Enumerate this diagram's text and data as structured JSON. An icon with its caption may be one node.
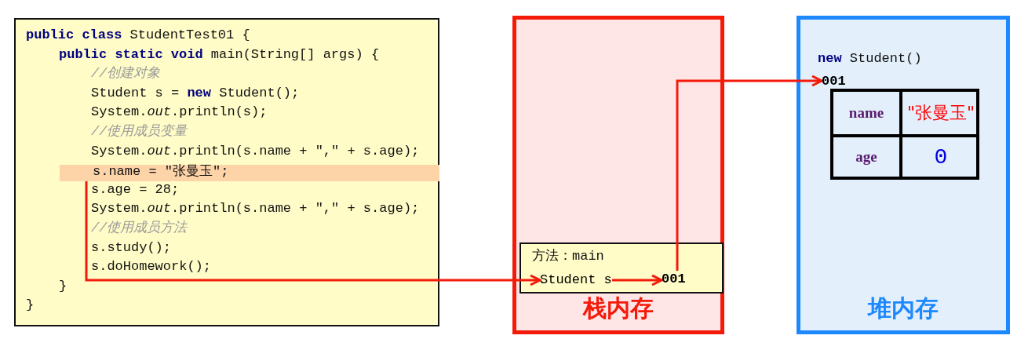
{
  "diagram": {
    "nodes": [
      {
        "text": [
          "**public class** StudentTest01 {",
          "**public static void** main(String[] args) {",
          "//创建对象",
          "Student s = **new** Student();",
          "System.*out*.println(s);",
          "//使用成员变量",
          "System.*out*.println(s.name + \",\" + s.age);",
          "s.age = 28;",
          "System.*out*.println(s.name + \",\" + s.age);",
          "//使用成员方法",
          "s.study();",
          "s.doHomework();",
          "}",
          "}"
        ]
      },
      {
        "text": [
          "s.name = \"张曼玉\";"
        ],
        "in": 0
      },
      {
        "text": [
          "栈内存"
        ]
      },
      {
        "text": [
          "方法：main"
        ],
        "in": 2
      },
      {
        "text": [
          "Student s"
        ],
        "in": 3
      },
      {
        "text": [
          "001"
        ],
        "in": 3
      },
      {
        "text": [
          "堆内存"
        ]
      },
      {
        "text": [
          "001"
        ],
        "in": 6
      },
      {
        "text": [
          "name",
          "\"张曼玉\"",
          "age",
          "0"
        ],
        "in": 6
      }
    ],
    "edges": [
      {
        "from": 1,
        "to": 4,
        "arrow": "to"
      },
      {
        "from": 4,
        "to": 5,
        "arrow": "to"
      },
      {
        "from": 5,
        "to": 7,
        "arrow": "to"
      }
    ],
    "labels": [
      "**new** Student()"
    ]
  }
}
